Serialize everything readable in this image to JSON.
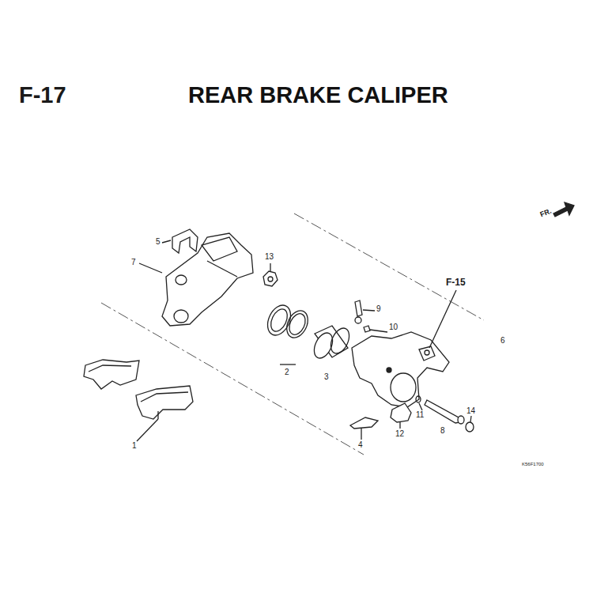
{
  "diagram": {
    "title": "REAR BRAKE CALIPER",
    "labels": [
      "F-17",
      "FR.",
      "5",
      "7",
      "13",
      "F-15",
      "9",
      "10",
      "6",
      "2",
      "3",
      "11",
      "14",
      "1",
      "4",
      "12",
      "8",
      "K56F1700"
    ]
  }
}
